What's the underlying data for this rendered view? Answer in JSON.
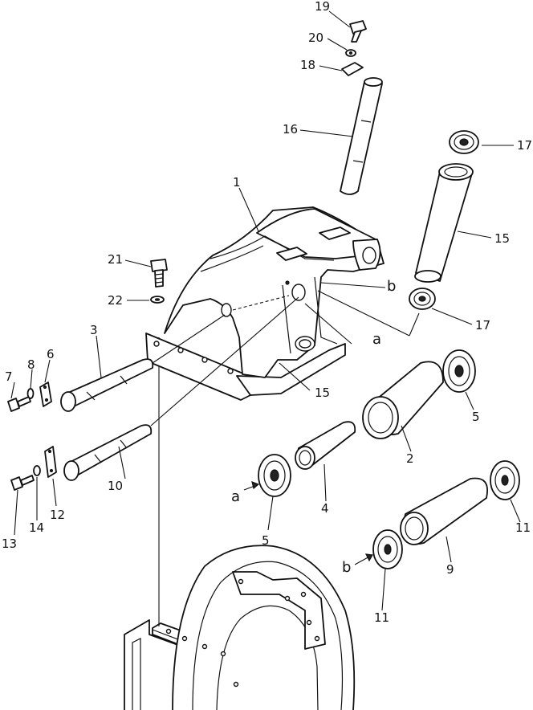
{
  "diagram": {
    "callouts": [
      "1",
      "2",
      "3",
      "4",
      "5",
      "6",
      "7",
      "8",
      "9",
      "10",
      "11",
      "12",
      "13",
      "14",
      "15",
      "16",
      "17",
      "18",
      "19",
      "20",
      "21",
      "22"
    ],
    "reference_letters": [
      "a",
      "b"
    ]
  }
}
